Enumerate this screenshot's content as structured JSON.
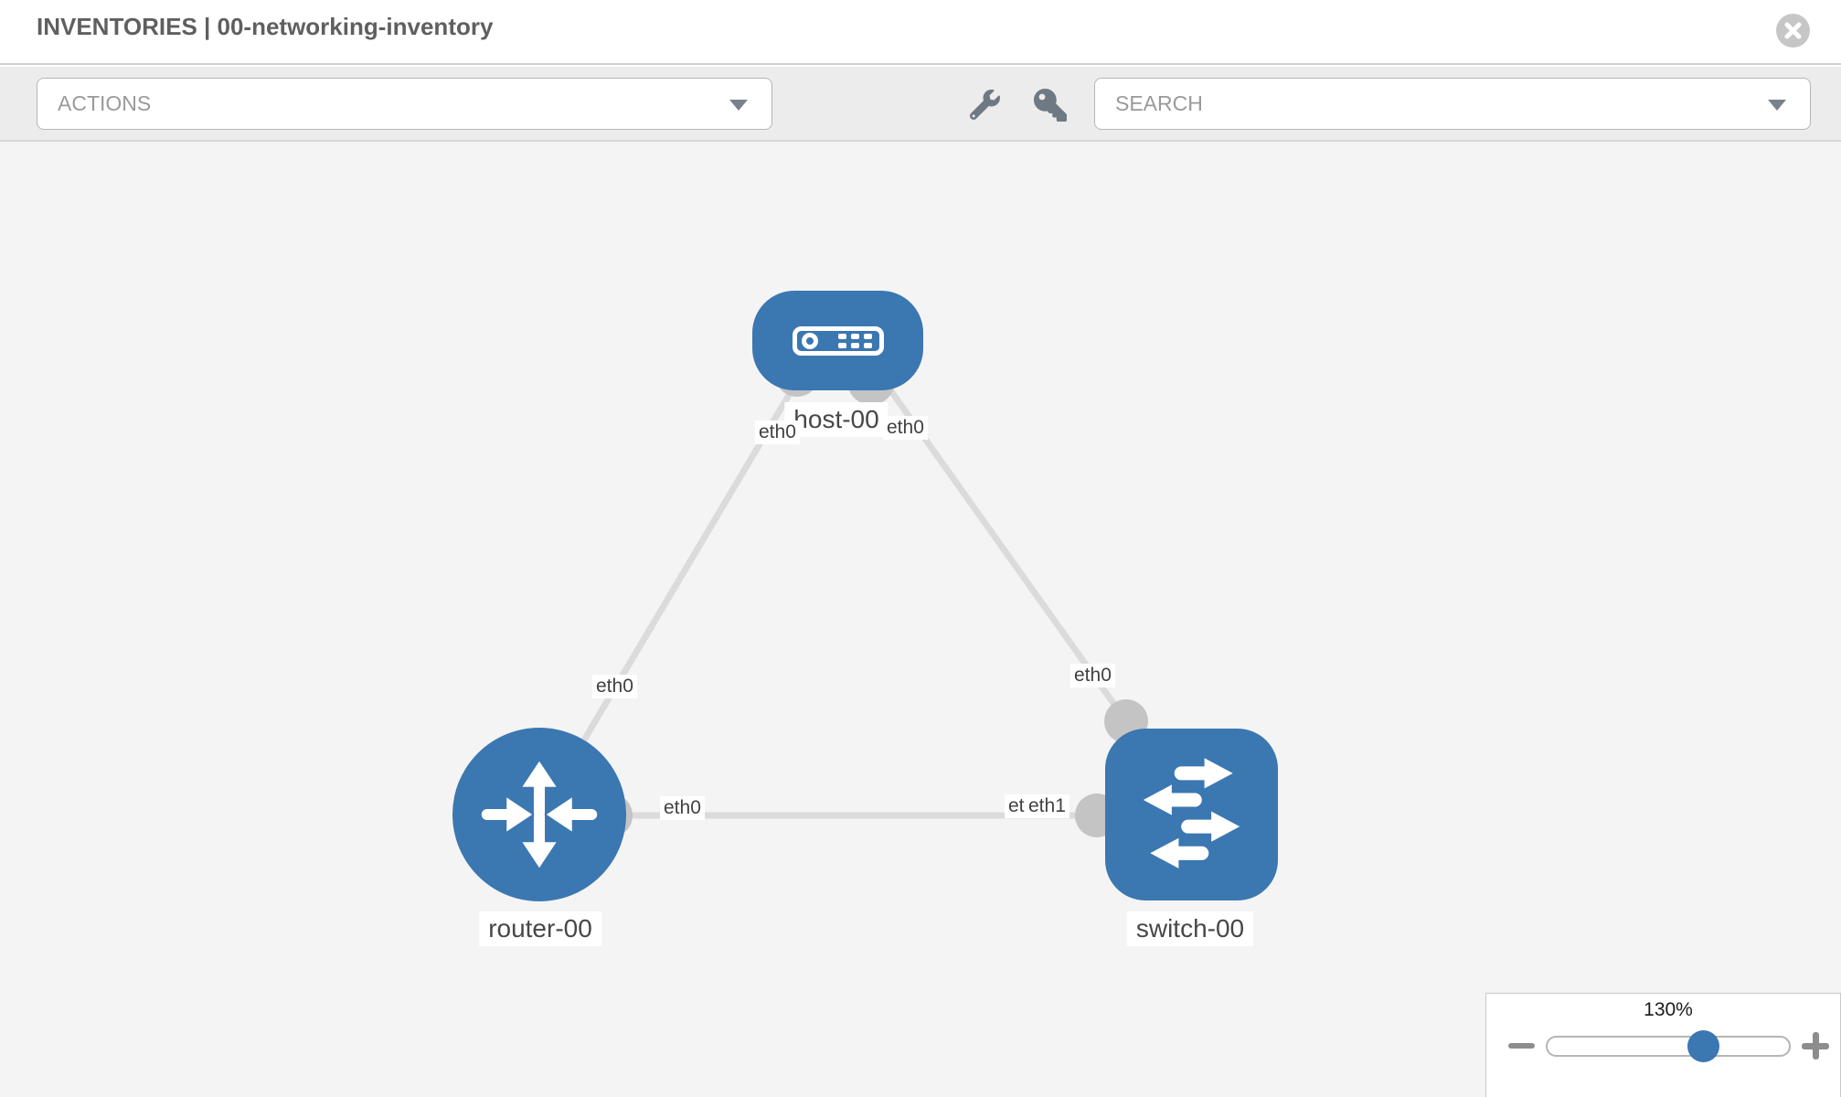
{
  "header": {
    "title": "INVENTORIES | 00-networking-inventory",
    "close_icon": "x-circle"
  },
  "toolbar": {
    "actions_label": "ACTIONS",
    "actions_caret_icon": "chevron-down",
    "search_placeholder": "SEARCH",
    "search_caret_icon": "chevron-down",
    "tool_icons": [
      "wrench",
      "key"
    ]
  },
  "topology": {
    "nodes": [
      {
        "id": "host-00",
        "type": "host",
        "label": "host-00",
        "icon": "server"
      },
      {
        "id": "router-00",
        "type": "router",
        "label": "router-00",
        "icon": "router-arrows"
      },
      {
        "id": "switch-00",
        "type": "switch",
        "label": "switch-00",
        "icon": "switch-arrows"
      }
    ],
    "links": [
      {
        "from": "router-00",
        "to": "host-00",
        "from_interface": "eth0",
        "to_interface": "eth0"
      },
      {
        "from": "switch-00",
        "to": "host-00",
        "from_interface": "eth0",
        "to_interface": "eth0"
      },
      {
        "from": "router-00",
        "to": "switch-00",
        "from_interface": "eth0",
        "to_interface": "eth1"
      }
    ],
    "interface_labels": {
      "host_left": "eth0",
      "host_right": "eth0",
      "router_host_link": "eth0",
      "switch_host_link": "eth0",
      "router_switch_near_router": "eth0",
      "router_switch_near_switch_under": "eth0",
      "router_switch_near_switch_over": "eth1"
    },
    "colors": {
      "node_blue": "#3b77b1",
      "link_gray": "#dbdbdb",
      "connector_gray": "#c4c4c4",
      "canvas_background": "#f4f4f4"
    }
  },
  "zoom_control": {
    "level": "130%",
    "zoom_out_icon": "minus",
    "zoom_in_icon": "plus"
  }
}
